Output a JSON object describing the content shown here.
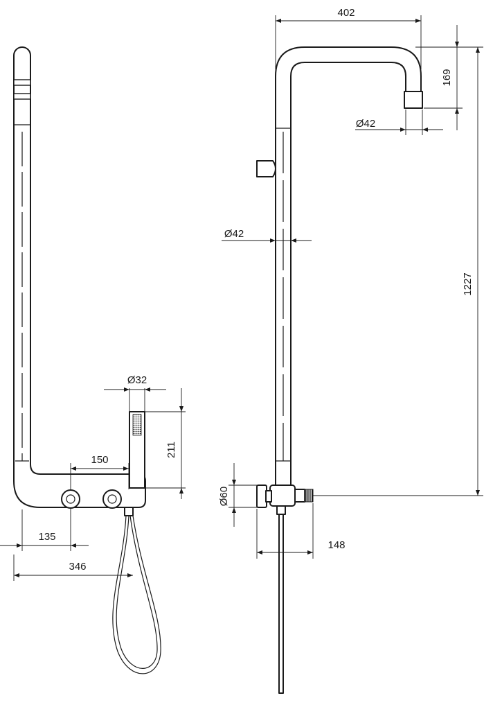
{
  "drawing": {
    "dimensions": {
      "front_height_handshower": "211",
      "front_diameter_handshower": "Ø32",
      "front_valve_spacing": "150",
      "front_offset": "135",
      "front_width": "346",
      "side_head_reach": "402",
      "side_head_drop": "169",
      "side_head_diameter": "Ø42",
      "side_pipe_diameter": "Ø42",
      "side_total_height": "1227",
      "side_valve_diameter": "Ø60",
      "side_projection": "148"
    }
  }
}
